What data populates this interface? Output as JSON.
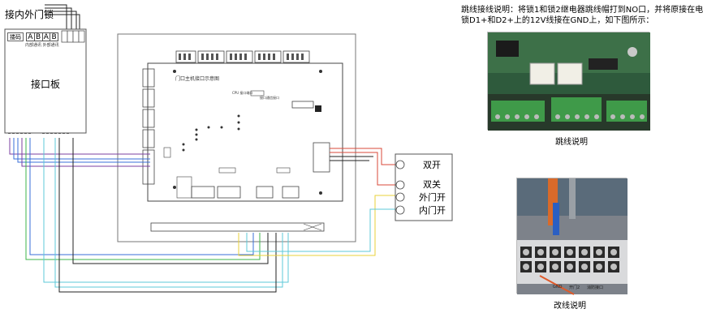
{
  "left_panel": {
    "title": "接内外门锁",
    "board_label": "接口板",
    "key_label": "搂码",
    "cells": [
      "A",
      "B",
      "A",
      "B"
    ],
    "cells_caption": "内部通讯 外部通讯"
  },
  "center_board": {
    "title": "门口主机接口示意图",
    "cpu_label": "CPU 接口端口",
    "chip_label": "接口通信接口"
  },
  "outputs": {
    "items": [
      "双开",
      "双关",
      "外门开",
      "内门开"
    ]
  },
  "instructions": {
    "text_line1": "跳线接线说明：将锁1和锁2继电器跳线帽打到NO口，并将原接在电",
    "text_line2": "锁D1+和D2+上的12V线接在GND上，如下图所示："
  },
  "photos": {
    "top_caption": "跳线说明",
    "bottom_caption": "改线说明",
    "bottom_labels": [
      "GND",
      "开门2",
      "消防接口"
    ]
  },
  "colors": {
    "wire_purple": "#7b3fa0",
    "wire_blue": "#3a6fd8",
    "wire_green": "#3cb44b",
    "wire_yellow": "#e8d23a",
    "wire_cyan": "#5cc8d8",
    "wire_red": "#d84a3a",
    "wire_black": "#222222"
  }
}
